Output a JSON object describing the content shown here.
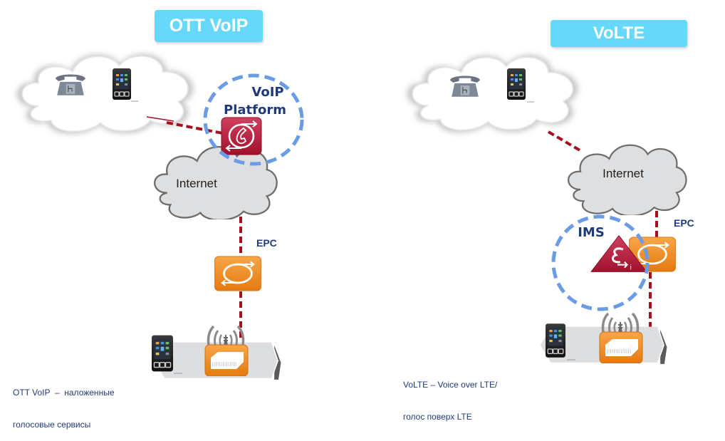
{
  "left_panel": {
    "title": "OTT VoIP",
    "cloud_top_icons": [
      "landline-phone-icon",
      "mobile-phone-icon"
    ],
    "platform_label_line1": "VoIP",
    "platform_label_line2": "Platform",
    "platform_icon": "voip-platform-icon",
    "internet_label": "Internet",
    "epc_label": "EPC",
    "epc_icon": "epc-router-icon",
    "base_station_icon": "enodeb-icon",
    "caption_line1": "OTT VoIP  –  наложенные",
    "caption_line2": "голосовые сервисы"
  },
  "right_panel": {
    "title": "VoLTE",
    "cloud_top_icons": [
      "landline-phone-icon",
      "mobile-phone-icon"
    ],
    "internet_label": "Internet",
    "ims_label": "IMS",
    "ims_icon": "ims-icon",
    "epc_label": "EPC",
    "epc_icon": "epc-router-icon",
    "base_station_icon": "enodeb-icon",
    "caption_line1": "VoLTE – Voice over LTE/",
    "caption_line2": "голос поверх LTE"
  },
  "colors": {
    "title_badge": "#66d9fb",
    "link_dashed": "#a50f1e",
    "ring_dashed": "#6a9be6",
    "epc_orange": "#f08a1c",
    "platform_red": "#b51e3c",
    "text_navy": "#1f3a7a"
  }
}
